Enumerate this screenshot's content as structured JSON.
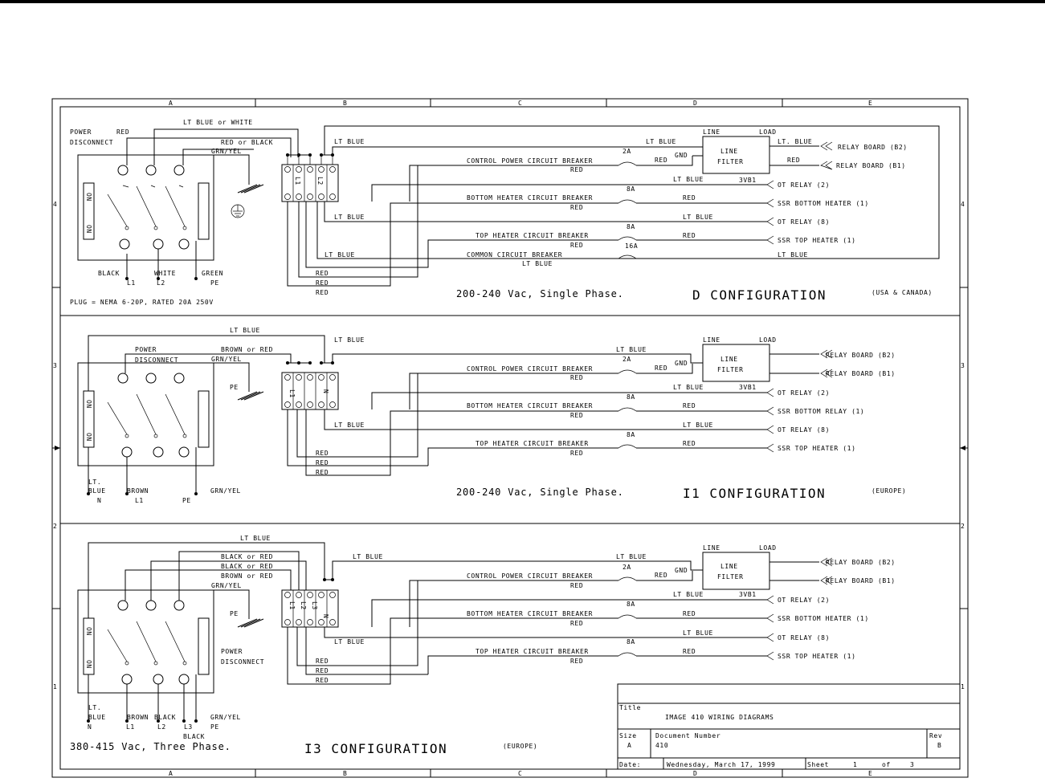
{
  "border": {
    "columns": [
      "A",
      "B",
      "C",
      "D",
      "E"
    ],
    "rows": [
      "4",
      "3",
      "2",
      "1"
    ]
  },
  "sections": [
    {
      "id": "D",
      "disconnect_label": [
        "POWER",
        "DISCONNECT"
      ],
      "supply_red": "RED",
      "supply_top": "LT BLUE or WHITE",
      "supply_mid": "RED or BLACK",
      "supply_ground": "GRN/YEL",
      "bus_blue": "LT BLUE",
      "terminal_marks": [
        "L1",
        "L2"
      ],
      "plug_wires": [
        "BLACK",
        "WHITE",
        "GREEN"
      ],
      "plug_terms": [
        "L1",
        "L2",
        "PE"
      ],
      "plug_note": "PLUG = NEMA 6-20P, RATED 20A 250V",
      "filter": {
        "line": "LINE",
        "load": "LOAD",
        "name": [
          "LINE",
          "FILTER"
        ],
        "gnd": "GND",
        "part": "3VB1",
        "in_label": "LT BLUE",
        "in_red": "RED",
        "out_top": "LT. BLUE",
        "out_mid": "RED"
      },
      "relays": [
        "RELAY BOARD (B2)",
        "RELAY BOARD (B1)"
      ],
      "circuits": [
        {
          "name": "CONTROL POWER CIRCUIT BREAKER",
          "rating": "2A",
          "wire_below": "RED"
        },
        {
          "name": "BOTTOM HEATER CIRCUIT BREAKER",
          "rating": "8A",
          "wire_below": "RED",
          "wire_after": "RED",
          "above_right": "LT BLUE",
          "dest": "SSR BOTTOM HEATER (1)"
        },
        {
          "name": "TOP HEATER CIRCUIT BREAKER",
          "rating": "8A",
          "wire_below": "RED",
          "wire_after": "RED",
          "above_right": "LT BLUE",
          "dest": "SSR TOP HEATER (1)"
        },
        {
          "name": "COMMON CIRCUIT BREAKER",
          "rating": "16A",
          "wire_below": "LT BLUE",
          "wire_after": "LT BLUE"
        }
      ],
      "ot_relays": [
        "OT RELAY (2)",
        "OT RELAY (8)"
      ],
      "return_blue": "LT BLUE",
      "red_returns": [
        "RED",
        "RED",
        "RED"
      ],
      "return_blue_low": "LT BLUE",
      "voltage": "200-240 Vac, Single Phase.",
      "config": "D CONFIGURATION",
      "region": "(USA & CANADA)"
    },
    {
      "id": "I1",
      "disconnect_label": [
        "POWER",
        "DISCONNECT"
      ],
      "supply_top": "LT BLUE",
      "supply_mid": "BROWN or RED",
      "supply_ground": "GRN/YEL",
      "ground_label": "PE",
      "bus_blue": "LT BLUE",
      "terminal_marks": [
        "L1",
        "N"
      ],
      "plug_wires": [
        "LT.",
        "BLUE",
        "BROWN",
        "GRN/YEL"
      ],
      "plug_terms": [
        "N",
        "L1",
        "PE"
      ],
      "filter": {
        "line": "LINE",
        "load": "LOAD",
        "name": [
          "LINE",
          "FILTER"
        ],
        "gnd": "GND",
        "part": "3VB1",
        "in_label": "LT BLUE",
        "in_red": "RED"
      },
      "relays": [
        "RELAY BOARD (B2)",
        "RELAY BOARD (B1)"
      ],
      "circuits": [
        {
          "name": "CONTROL POWER CIRCUIT BREAKER",
          "rating": "2A",
          "wire_below": "RED"
        },
        {
          "name": "BOTTOM HEATER CIRCUIT BREAKER",
          "rating": "8A",
          "wire_below": "RED",
          "wire_after": "RED",
          "above_right": "LT BLUE",
          "dest": "SSR BOTTOM RELAY (1)"
        },
        {
          "name": "TOP HEATER CIRCUIT BREAKER",
          "rating": "8A",
          "wire_below": "RED",
          "wire_after": "RED",
          "above_right": "LT BLUE",
          "dest": "SSR TOP HEATER (1)"
        }
      ],
      "ot_relays": [
        "OT RELAY (2)",
        "OT RELAY (8)"
      ],
      "return_blue": "LT BLUE",
      "red_returns": [
        "RED",
        "RED",
        "RED"
      ],
      "voltage": "200-240 Vac, Single Phase.",
      "config": "I1 CONFIGURATION",
      "region": "(EUROPE)"
    },
    {
      "id": "I3",
      "disconnect_label": [
        "POWER",
        "DISCONNECT"
      ],
      "supply_top": "LT BLUE",
      "supply_lines": [
        "BLACK or RED",
        "BLACK or RED",
        "BROWN or RED"
      ],
      "supply_ground": "GRN/YEL",
      "ground_label": "PE",
      "bus_blue": "LT BLUE",
      "terminal_marks": [
        "L1",
        "L2",
        "L3",
        "N"
      ],
      "plug_wires": [
        "LT.",
        "BLUE",
        "BROWN",
        "BLACK",
        "BLACK",
        "GRN/YEL"
      ],
      "plug_terms": [
        "N",
        "L1",
        "L2",
        "L3",
        "PE"
      ],
      "filter": {
        "line": "LINE",
        "load": "LOAD",
        "name": [
          "LINE",
          "FILTER"
        ],
        "gnd": "GND",
        "part": "3VB1",
        "in_label": "LT BLUE",
        "in_red": "RED"
      },
      "relays": [
        "RELAY BOARD (B2)",
        "RELAY BOARD (B1)"
      ],
      "circuits": [
        {
          "name": "CONTROL POWER CIRCUIT BREAKER",
          "rating": "2A",
          "wire_below": "RED"
        },
        {
          "name": "BOTTOM HEATER CIRCUIT BREAKER",
          "rating": "8A",
          "wire_below": "RED",
          "wire_after": "RED",
          "above_right": "LT BLUE",
          "dest": "SSR BOTTOM HEATER (1)"
        },
        {
          "name": "TOP HEATER CIRCUIT BREAKER",
          "rating": "8A",
          "wire_below": "RED",
          "wire_after": "RED",
          "dest": "SSR TOP HEATER (1)"
        }
      ],
      "ot_relays": [
        "OT RELAY (2)",
        "OT RELAY (8)"
      ],
      "return_blue": "LT BLUE",
      "red_returns": [
        "RED",
        "RED",
        "RED"
      ],
      "voltage": "380-415 Vac, Three Phase.",
      "config": "I3 CONFIGURATION",
      "region": "(EUROPE)"
    }
  ],
  "title_block": {
    "title_label": "Title",
    "title": "IMAGE 410 WIRING DIAGRAMS",
    "size_label": "Size",
    "size": "A",
    "docnum_label": "Document Number",
    "docnum": "410",
    "rev_label": "Rev",
    "rev": "B",
    "date_label": "Date:",
    "date": "Wednesday, March 17, 1999",
    "sheet_label": "Sheet",
    "sheet": "1",
    "of_label": "of",
    "sheets": "3"
  }
}
